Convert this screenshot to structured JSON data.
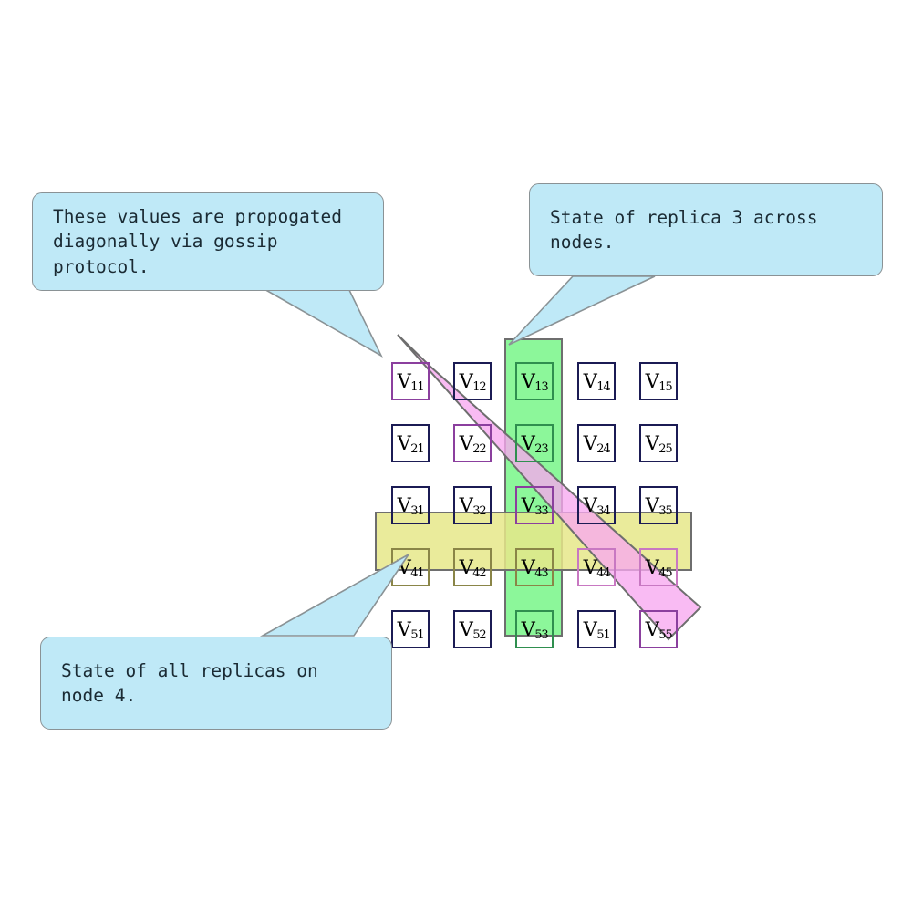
{
  "diagram": {
    "title": "Replica state grid with gossip propagation",
    "background": "#ffffff"
  },
  "colors": {
    "bubble_fill": "#bfe9f7",
    "bubble_stroke": "#8a9295",
    "band_green": "#8cf79a",
    "band_yellow": "#e6e88a",
    "band_magenta": "#f7a8f0",
    "band_stroke": "#6e6e6e",
    "cell_stroke": "#1b1b54",
    "cell_stroke_green": "#2f8f4f",
    "cell_stroke_yellow": "#8a8547",
    "cell_stroke_violet": "#8b3f9e",
    "cell_stroke_pink": "#c878c2"
  },
  "callouts": [
    {
      "id": "gossip-note",
      "name": "callout-gossip",
      "text": "These values are propogated\ndiagonally via gossip protocol."
    },
    {
      "id": "replica-note",
      "name": "callout-replica-column",
      "text": "State of replica 3 across nodes."
    },
    {
      "id": "node-note",
      "name": "callout-node-row",
      "text": "State of all replicas on node 4."
    }
  ],
  "grid": {
    "rows": 5,
    "cols": 5,
    "cells": [
      [
        {
          "v": "V",
          "sub": "11",
          "accent": "violet"
        },
        {
          "v": "V",
          "sub": "12",
          "accent": "none"
        },
        {
          "v": "V",
          "sub": "13",
          "accent": "green"
        },
        {
          "v": "V",
          "sub": "14",
          "accent": "none"
        },
        {
          "v": "V",
          "sub": "15",
          "accent": "none"
        }
      ],
      [
        {
          "v": "V",
          "sub": "21",
          "accent": "none"
        },
        {
          "v": "V",
          "sub": "22",
          "accent": "violet"
        },
        {
          "v": "V",
          "sub": "23",
          "accent": "green"
        },
        {
          "v": "V",
          "sub": "24",
          "accent": "none"
        },
        {
          "v": "V",
          "sub": "25",
          "accent": "none"
        }
      ],
      [
        {
          "v": "V",
          "sub": "31",
          "accent": "none"
        },
        {
          "v": "V",
          "sub": "32",
          "accent": "none"
        },
        {
          "v": "V",
          "sub": "33",
          "accent": "violet"
        },
        {
          "v": "V",
          "sub": "34",
          "accent": "none"
        },
        {
          "v": "V",
          "sub": "35",
          "accent": "none"
        }
      ],
      [
        {
          "v": "V",
          "sub": "41",
          "accent": "yellow"
        },
        {
          "v": "V",
          "sub": "42",
          "accent": "yellow"
        },
        {
          "v": "V",
          "sub": "43",
          "accent": "yellow"
        },
        {
          "v": "V",
          "sub": "44",
          "accent": "pink"
        },
        {
          "v": "V",
          "sub": "45",
          "accent": "pink"
        }
      ],
      [
        {
          "v": "V",
          "sub": "51",
          "accent": "none"
        },
        {
          "v": "V",
          "sub": "52",
          "accent": "none"
        },
        {
          "v": "V",
          "sub": "53",
          "accent": "green"
        },
        {
          "v": "V",
          "sub": "51",
          "accent": "none"
        },
        {
          "v": "V",
          "sub": "55",
          "accent": "violet"
        }
      ]
    ]
  },
  "highlights": {
    "column_band_label": "replica-3-column-highlight",
    "row_band_label": "node-4-row-highlight",
    "diagonal_band_label": "gossip-diagonal-highlight"
  }
}
